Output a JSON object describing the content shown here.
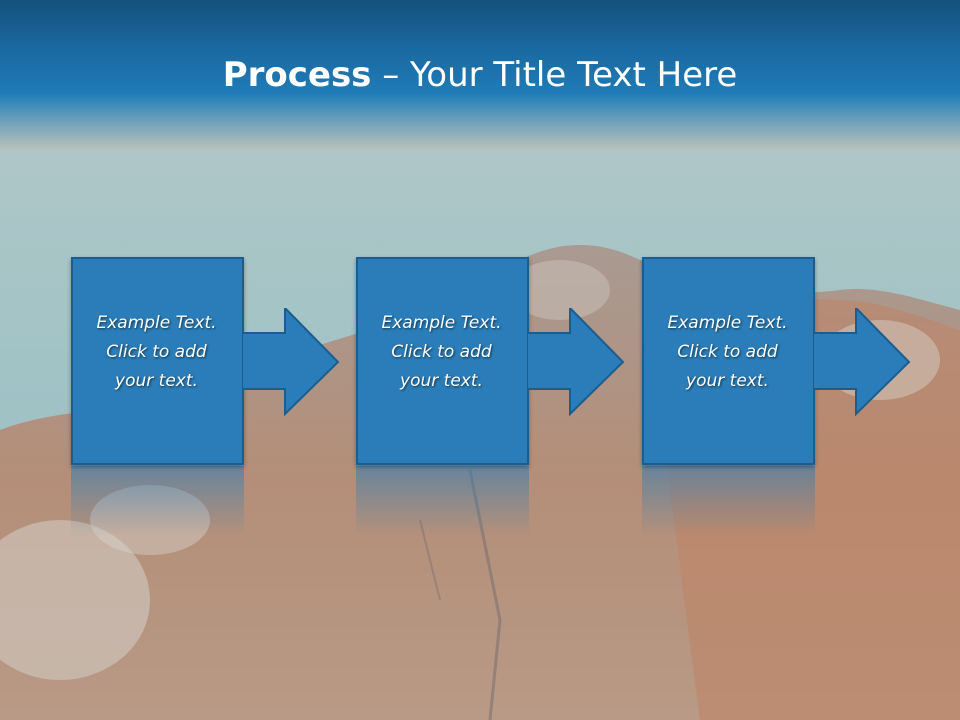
{
  "slide": {
    "title_bold": "Process",
    "title_rest": " – Your Title Text Here"
  },
  "steps": [
    {
      "line1": "Example Text.",
      "line2": "Click  to add",
      "line3": "your text."
    },
    {
      "line1": "Example Text.",
      "line2": "Click  to add",
      "line3": "your text."
    },
    {
      "line1": "Example Text.",
      "line2": "Click  to add",
      "line3": "your text."
    }
  ],
  "colors": {
    "box": "#2a7db8",
    "box_border": "#1b5e8e",
    "title_bar": "#1b6aa3",
    "background_sea": "#9fbfc6",
    "background_rock": "#b58f76"
  }
}
